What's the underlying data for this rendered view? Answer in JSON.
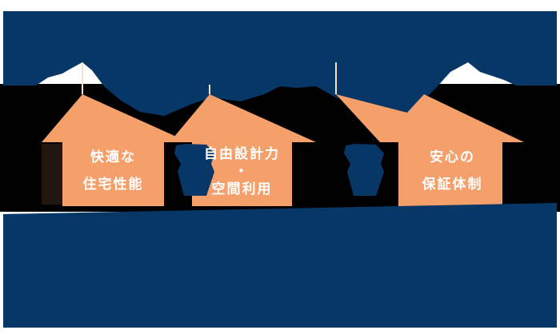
{
  "colors": {
    "navy": "#073766",
    "orange": "#f5a06a",
    "background": "#000000",
    "text": "#ffffff"
  },
  "top_banner": {
    "line1": "",
    "line2": ""
  },
  "houses": [
    {
      "line1": "快適な",
      "line2": "住宅性能",
      "separator": ""
    },
    {
      "line1": "自由設計力",
      "separator": "・",
      "line2": "空間利用"
    },
    {
      "line1": "安心の",
      "line2": "保証体制",
      "separator": ""
    }
  ],
  "connectors": [
    {
      "icon": "multiply-icon"
    },
    {
      "icon": "multiply-icon"
    }
  ],
  "bottom_banner": {
    "line1": "",
    "line2": ""
  }
}
